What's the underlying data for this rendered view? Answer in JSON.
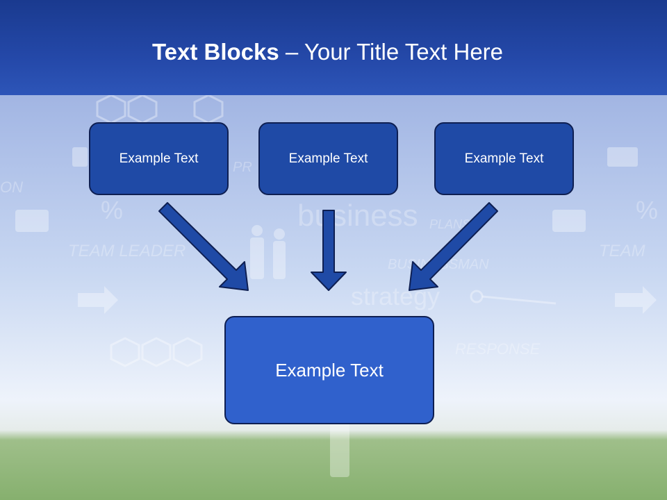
{
  "slide": {
    "title_bold": "Text Blocks",
    "title_rest": " – Your Title Text Here",
    "blocks": [
      {
        "text": "Example Text"
      },
      {
        "text": "Example Text"
      },
      {
        "text": "Example Text"
      }
    ],
    "main_block": {
      "text": "Example Text"
    }
  },
  "colors": {
    "header": "#2448a8",
    "box_small": "#1f4aa6",
    "box_large": "#3061cc",
    "arrow": "#1f4aa6",
    "border": "#0e1f52"
  }
}
